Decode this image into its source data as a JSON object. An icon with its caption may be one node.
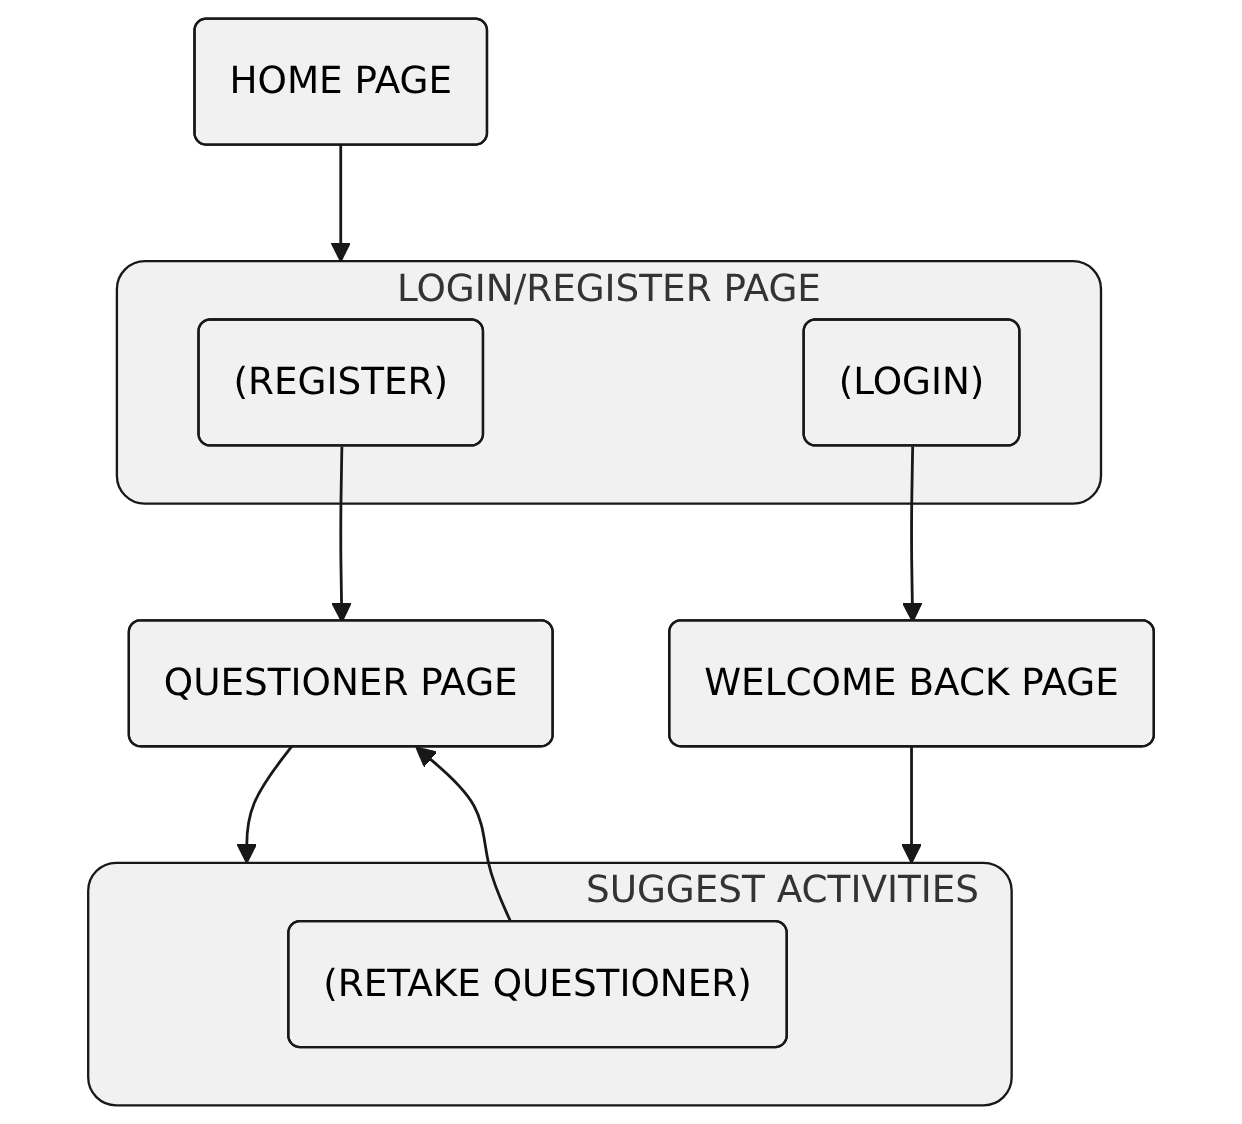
{
  "diagram": {
    "nodes": [
      {
        "text": [
          "HOME PAGE"
        ]
      },
      {
        "text": [
          "LOGIN/REGISTER PAGE"
        ]
      },
      {
        "text": [
          "(REGISTER)"
        ],
        "in": 1
      },
      {
        "text": [
          "(LOGIN)"
        ],
        "in": 1
      },
      {
        "text": [
          "QUESTIONER PAGE"
        ]
      },
      {
        "text": [
          "WELCOME BACK PAGE"
        ]
      },
      {
        "text": [
          "SUGGEST ACTIVITIES"
        ]
      },
      {
        "text": [
          "(RETAKE QUESTIONER)"
        ],
        "in": 6
      }
    ],
    "edges": [
      {
        "from": 0,
        "to": 1,
        "arrow": "to"
      },
      {
        "from": 2,
        "to": 4,
        "arrow": "to"
      },
      {
        "from": 3,
        "to": 5,
        "arrow": "to"
      },
      {
        "from": 4,
        "to": 6,
        "arrow": "to"
      },
      {
        "from": 5,
        "to": 6,
        "arrow": "to"
      },
      {
        "from": 7,
        "to": 4,
        "arrow": "to"
      }
    ]
  }
}
